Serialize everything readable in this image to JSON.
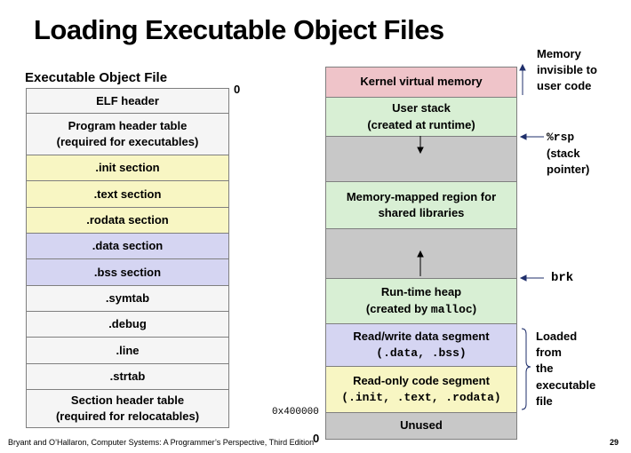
{
  "title": "Loading Executable Object Files",
  "left": {
    "label": "Executable Object File",
    "zero": "0",
    "rows": [
      {
        "line1": "ELF header",
        "line2": ""
      },
      {
        "line1": "Program header table",
        "line2": "(required for executables)"
      },
      {
        "line1": ".init section",
        "line2": ""
      },
      {
        "line1": ".text section",
        "line2": ""
      },
      {
        "line1": ".rodata section",
        "line2": ""
      },
      {
        "line1": ".data section",
        "line2": ""
      },
      {
        "line1": ".bss section",
        "line2": ""
      },
      {
        "line1": ".symtab",
        "line2": ""
      },
      {
        "line1": ".debug",
        "line2": ""
      },
      {
        "line1": ".line",
        "line2": ""
      },
      {
        "line1": ".strtab",
        "line2": ""
      },
      {
        "line1": "Section header table",
        "line2": "(required for relocatables)"
      }
    ]
  },
  "memory": {
    "kernel": "Kernel virtual memory",
    "stack_line1": "User stack",
    "stack_line2": "(created at runtime)",
    "mmap_line1": "Memory-mapped region for",
    "mmap_line2": "shared libraries",
    "heap_line1": "Run-time heap",
    "heap_line2_prefix": "(created by ",
    "heap_line2_code": "malloc",
    "heap_line2_suffix": ")",
    "rw_line1": "Read/write data segment",
    "rw_line2": "(.data, .bss)",
    "ro_line1": "Read-only code segment",
    "ro_line2": "(.init, .text, .rodata)",
    "unused": "Unused",
    "addr": "0x400000",
    "zero": "0"
  },
  "notes": {
    "invisible_1": "Memory",
    "invisible_2": "invisible to",
    "invisible_3": "user code",
    "rsp_code": "%rsp",
    "rsp_1": "(stack",
    "rsp_2": "pointer)",
    "brk": "brk",
    "loaded_1": "Loaded",
    "loaded_2": "from",
    "loaded_3": "the",
    "loaded_4": "executable",
    "loaded_5": "file"
  },
  "footer": "Bryant and O’Hallaron, Computer Systems: A Programmer’s Perspective, Third Edition",
  "page_number": "29",
  "colors": {
    "yellow": "#f8f6c3",
    "lavender": "#d5d5f2",
    "pink": "#efc4c9",
    "green": "#d8efd4",
    "gray": "#c8c8c8",
    "navy": "#1f2f6b"
  }
}
